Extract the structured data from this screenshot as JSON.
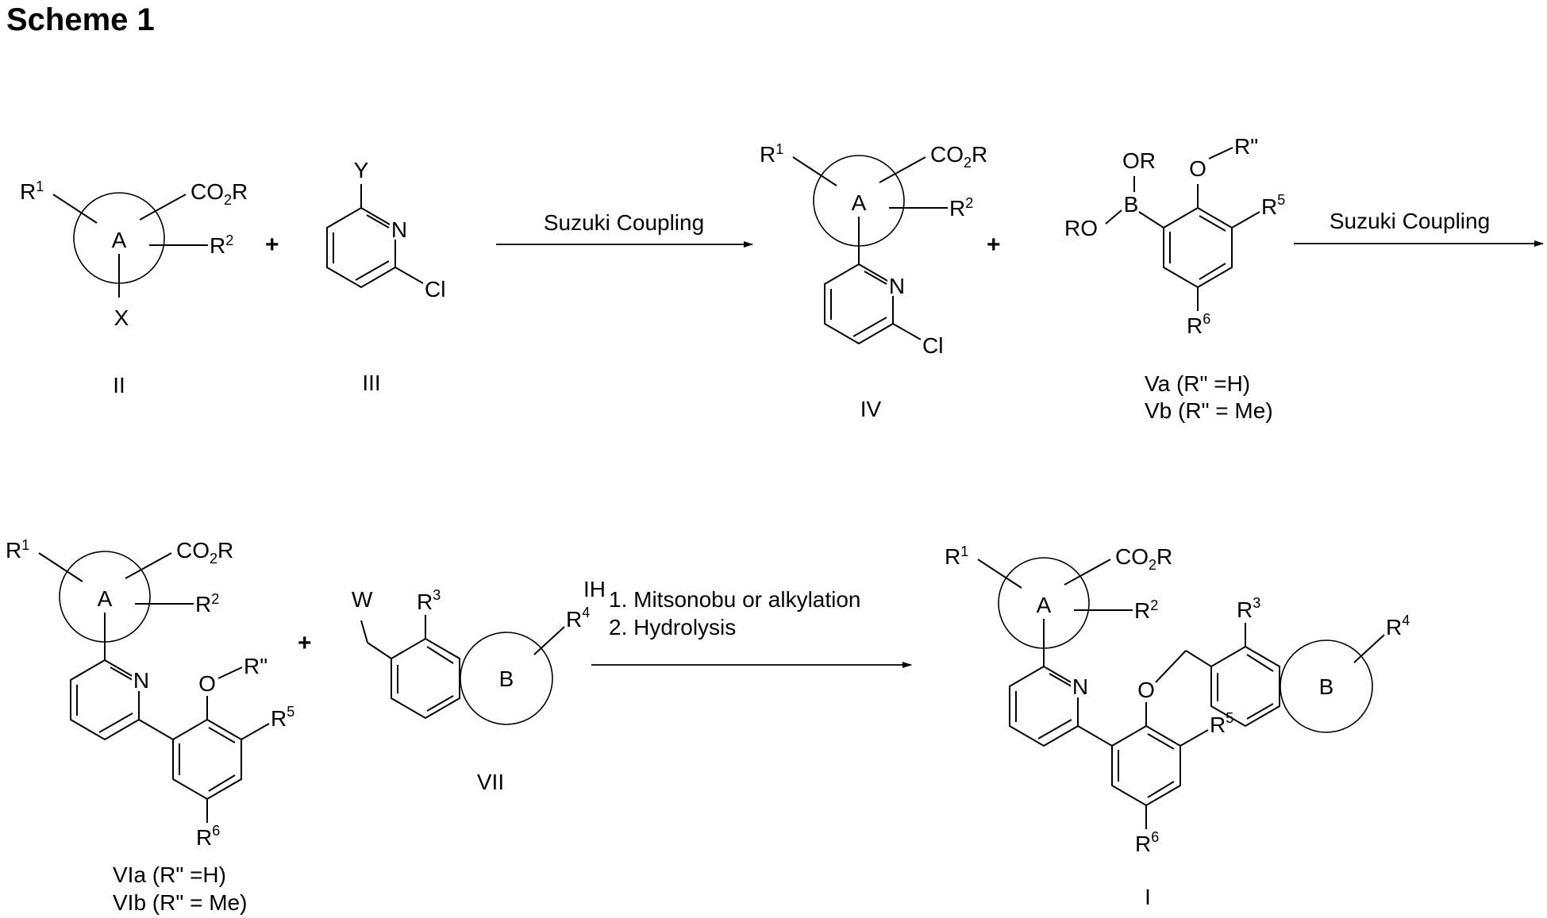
{
  "title": "Scheme 1",
  "labels": {
    "R1": "R",
    "R2": "R",
    "R3": "R",
    "R4": "R",
    "R5": "R",
    "R6": "R",
    "sup1": "1",
    "sup2": "2",
    "sup3": "3",
    "sup4": "4",
    "sup5": "5",
    "sup6": "6",
    "co2r_a": "CO",
    "co2r_sub": "2",
    "co2r_b": "R",
    "ringA": "A",
    "ringB": "B",
    "X": "X",
    "Y": "Y",
    "W": "W",
    "N": "N",
    "Cl": "Cl",
    "OR": "OR",
    "RO": "RO",
    "B_atom": "B",
    "O": "O",
    "Rpp": "R\"",
    "plus": "+",
    "IH": "IH"
  },
  "compounds": {
    "II": "II",
    "III": "III",
    "IV": "IV",
    "Va": "Va (R\" =H)",
    "Vb": "Vb (R\" = Me)",
    "VIa": "VIa (R\" =H)",
    "VIb": "VIb (R\" = Me)",
    "VII": "VII",
    "I": "I"
  },
  "arrows": {
    "step1": "Suzuki Coupling",
    "step2": "Suzuki Coupling",
    "step3_line1": "1. Mitsonobu or alkylation",
    "step3_line2": "2. Hydrolysis"
  }
}
